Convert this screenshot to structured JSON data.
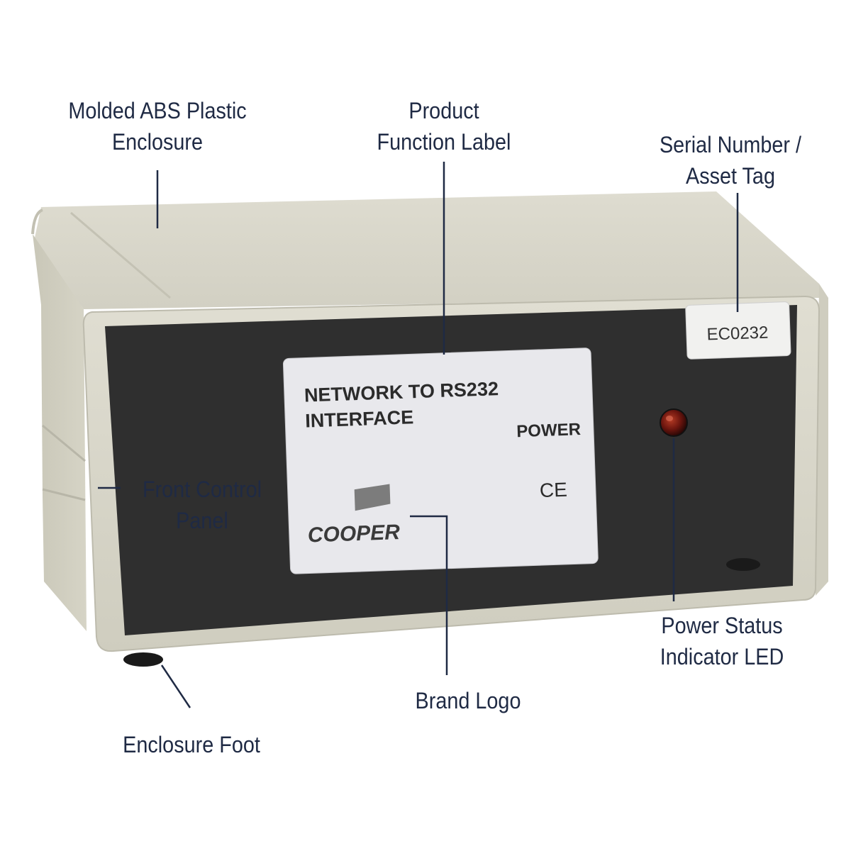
{
  "callouts": {
    "enclosure": {
      "line1": "Molded ABS Plastic",
      "line2": "Enclosure"
    },
    "function_label": {
      "line1": "Product",
      "line2": "Function Label"
    },
    "serial_tag": {
      "line1": "Serial Number /",
      "line2": "Asset Tag"
    },
    "front_panel": {
      "line1": "Front Control",
      "line2": "Panel"
    },
    "power_led": {
      "line1": "Power Status",
      "line2": "Indicator LED"
    },
    "brand_logo": {
      "line1": "Brand Logo"
    },
    "enclosure_foot": {
      "line1": "Enclosure Foot"
    }
  },
  "device": {
    "label_line1": "NETWORK TO RS232",
    "label_line2": "INTERFACE",
    "power_text": "POWER",
    "ce_mark": "CE",
    "brand": "COOPER",
    "serial": "EC0232"
  },
  "colors": {
    "callout_text": "#1f2a44",
    "leader_line": "#1f2a44",
    "enclosure_beige": "#dcdac9",
    "panel_dark": "#2f2f2f",
    "label_bg": "#e9e9ec",
    "led_red": "#7a1a12"
  }
}
